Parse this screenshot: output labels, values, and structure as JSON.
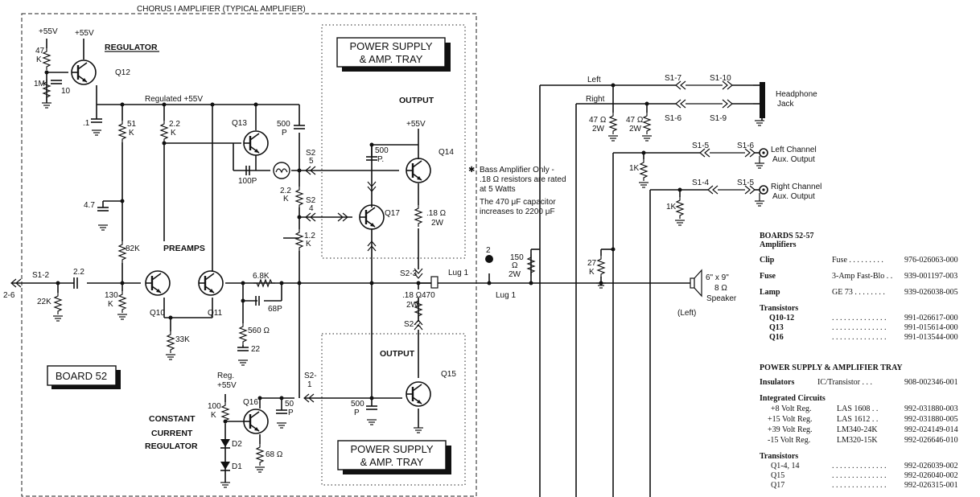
{
  "title": "CHORUS I AMPLIFIER (TYPICAL AMPLIFIER)",
  "board_label": "BOARD 52",
  "supply_boxes": [
    "POWER SUPPLY & AMP. TRAY",
    "POWER SUPPLY & AMP. TRAY"
  ],
  "section_labels": {
    "regulator": "REGULATOR",
    "regulated_rail": "Regulated +55V",
    "preamps": "PREAMPS",
    "output_top": "OUTPUT",
    "output_bottom": "OUTPUT",
    "ccr": [
      "CONSTANT",
      "CURRENT",
      "REGULATOR"
    ]
  },
  "supplies": {
    "v55a": "+55V",
    "v55b": "+55V",
    "v55c": "+55V",
    "reg": "Reg.",
    "reg55": "+55V"
  },
  "transistors": {
    "q10": "Q10",
    "q11": "Q11",
    "q12": "Q12",
    "q13": "Q13",
    "q14": "Q14",
    "q15": "Q15",
    "q16": "Q16",
    "q17": "Q17"
  },
  "components": {
    "r47k": [
      "47",
      "K"
    ],
    "r1m": "1M",
    "c10": "10",
    "c01": ".1",
    "r51k": [
      "51",
      "K"
    ],
    "r22k_a": [
      "2.2",
      "K"
    ],
    "r82k": "82K",
    "c47": "4.7",
    "c500p": [
      "500",
      "P"
    ],
    "c100p": "100P",
    "r22k_b": [
      "2.2",
      "K"
    ],
    "r12k": [
      "1.2",
      "K"
    ],
    "r130k": [
      "130",
      "K"
    ],
    "r22k_in": "22K",
    "c22": "2.2",
    "r33k": "33K",
    "r68k": "6.8K",
    "c68p": "68P",
    "r560": "560 Ω",
    "c22b": "22",
    "r100k": [
      "100",
      "K"
    ],
    "c50p": [
      "50",
      "P"
    ],
    "r68": "68 Ω",
    "d2": "D2",
    "d1": "D1",
    "c500p_q14": [
      "500",
      "P."
    ],
    "c500p_q15": [
      "500",
      "P"
    ],
    "r18a": [
      ".18 Ω",
      "2W"
    ],
    "r18b": [
      ".18 Ω",
      "2W"
    ],
    "r470": "470"
  },
  "switch_labels": {
    "s12": "S1-2",
    "in_26": "2-6",
    "s25": [
      "S2",
      "5"
    ],
    "s24": [
      "S2",
      "4"
    ],
    "s23": "S2-3",
    "s22": "S2-2",
    "s21": [
      "S2-",
      "1"
    ],
    "lug1a": "Lug 1",
    "lug1b": "Lug 1",
    "node2": "2"
  },
  "notes": [
    "Bass Amplifier Only -",
    ".18 Ω resistors are rated",
    "at 5 Watts",
    "The 470 μF capacitor",
    "increases to 2200 μF"
  ],
  "outputs": {
    "left": "Left",
    "right": "Right",
    "r47a": [
      "47 Ω",
      "2W"
    ],
    "r47b": [
      "47 Ω",
      "2W"
    ],
    "s17": "S1-7",
    "s110": "S1-10",
    "s16": "S1-6",
    "s19": "S1-9",
    "headphone": [
      "Headphone",
      "Jack"
    ],
    "s15": "S1-5",
    "s16b": "S1-6",
    "s14": "S1-4",
    "s15b": "S1-5",
    "r1k_a": [
      "1K"
    ],
    "r1k_b": "1K",
    "left_aux": [
      "Left Channel",
      "Aux. Output"
    ],
    "right_aux": [
      "Right Channel",
      "Aux. Output"
    ],
    "r150": [
      "150",
      "Ω",
      "2W"
    ],
    "r27k": [
      "27",
      "K"
    ],
    "speaker": [
      "6\" x 9\"",
      "8 Ω",
      "Speaker"
    ],
    "speaker_side": "(Left)"
  },
  "parts_list": {
    "boards_title": "BOARDS 52-57",
    "amplifiers": "Amplifiers",
    "rows_a": [
      [
        "Clip",
        "Fuse . . . . . . . . .",
        "976-026063-000"
      ],
      [
        "Fuse",
        "3-Amp Fast-Blo . .",
        "939-001197-003"
      ],
      [
        "Lamp",
        "GE 73 . . . . . . . .",
        "939-026038-005"
      ]
    ],
    "transistors_a_title": "Transistors",
    "rows_b": [
      [
        "Q10-12",
        ". . . . . . . . . . . . . .",
        "991-026617-000"
      ],
      [
        "Q13",
        ". . . . . . . . . . . . . .",
        "991-015614-000"
      ],
      [
        "Q16",
        ". . . . . . . . . . . . . .",
        "991-013544-000"
      ]
    ],
    "tray_title": "POWER SUPPLY & AMPLIFIER TRAY",
    "insulators": [
      "Insulators",
      "IC/Transistor . . .",
      "908-002346-001"
    ],
    "ic_title": "Integrated Circuits",
    "rows_c": [
      [
        "+8 Volt Reg.",
        "LAS 1608 . .",
        "992-031880-003"
      ],
      [
        "+15 Volt Reg.",
        "LAS 1612 . .",
        "992-031880-005"
      ],
      [
        "+39 Volt Reg.",
        "LM340-24K",
        "992-024149-014"
      ],
      [
        "-15 Volt Reg.",
        "LM320-15K",
        "992-026646-010"
      ]
    ],
    "transistors_b_title": "Transistors",
    "rows_d": [
      [
        "Q1-4, 14",
        ". . . . . . . . . . . . . .",
        "992-026039-002"
      ],
      [
        "Q15",
        ". . . . . . . . . . . . . .",
        "992-026040-002"
      ],
      [
        "Q17",
        ". . . . . . . . . . . . . .",
        "992-026315-001"
      ]
    ]
  }
}
